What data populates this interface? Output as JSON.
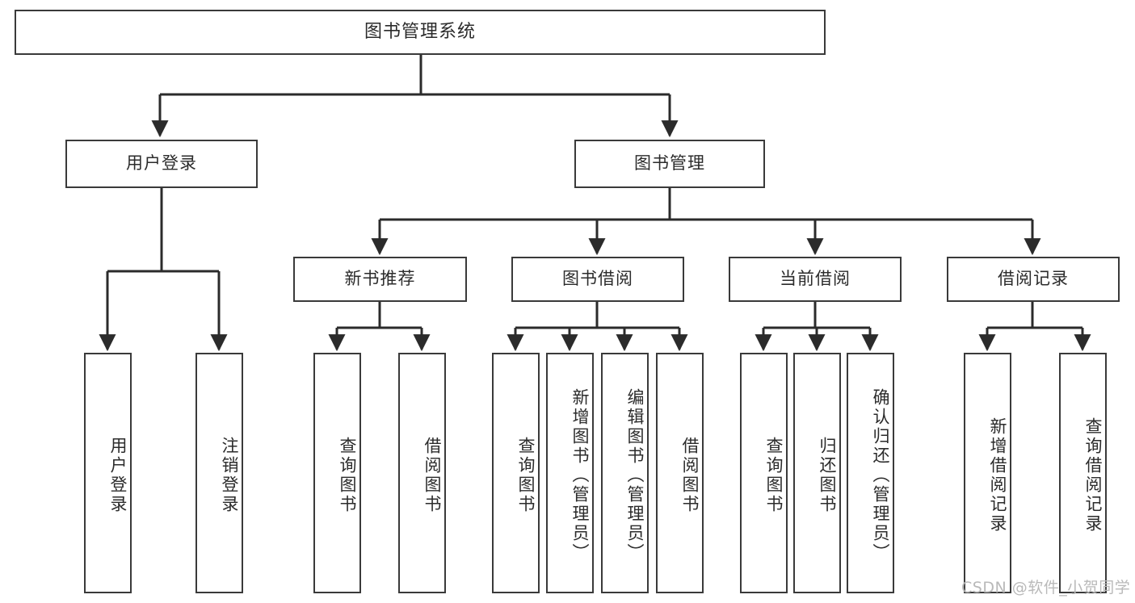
{
  "diagram": {
    "title": "图书管理系统",
    "watermark": "CSDN @软件_小贺同学",
    "colors": {
      "border": "#3a3a3a",
      "line": "#2b2b2b",
      "background": "#ffffff",
      "text": "#2b2b2b",
      "watermark": "#b9b9b9"
    },
    "root": {
      "label": "图书管理系统"
    },
    "level2": [
      {
        "label": "用户登录"
      },
      {
        "label": "图书管理"
      }
    ],
    "level3": [
      {
        "label": "新书推荐"
      },
      {
        "label": "图书借阅"
      },
      {
        "label": "当前借阅"
      },
      {
        "label": "借阅记录"
      }
    ],
    "leaves": {
      "user_login": [
        {
          "label": "用户登录"
        },
        {
          "label": "注销登录"
        }
      ],
      "new_book": [
        {
          "label": "查询图书"
        },
        {
          "label": "借阅图书"
        }
      ],
      "book_borrow": [
        {
          "label": "查询图书"
        },
        {
          "label": "新增图书（管理员）"
        },
        {
          "label": "编辑图书（管理员）"
        },
        {
          "label": "借阅图书"
        }
      ],
      "current_borrow": [
        {
          "label": "查询图书"
        },
        {
          "label": "归还图书"
        },
        {
          "label": "确认归还（管理员）"
        }
      ],
      "borrow_record": [
        {
          "label": "新增借阅记录"
        },
        {
          "label": "查询借阅记录"
        }
      ]
    }
  }
}
